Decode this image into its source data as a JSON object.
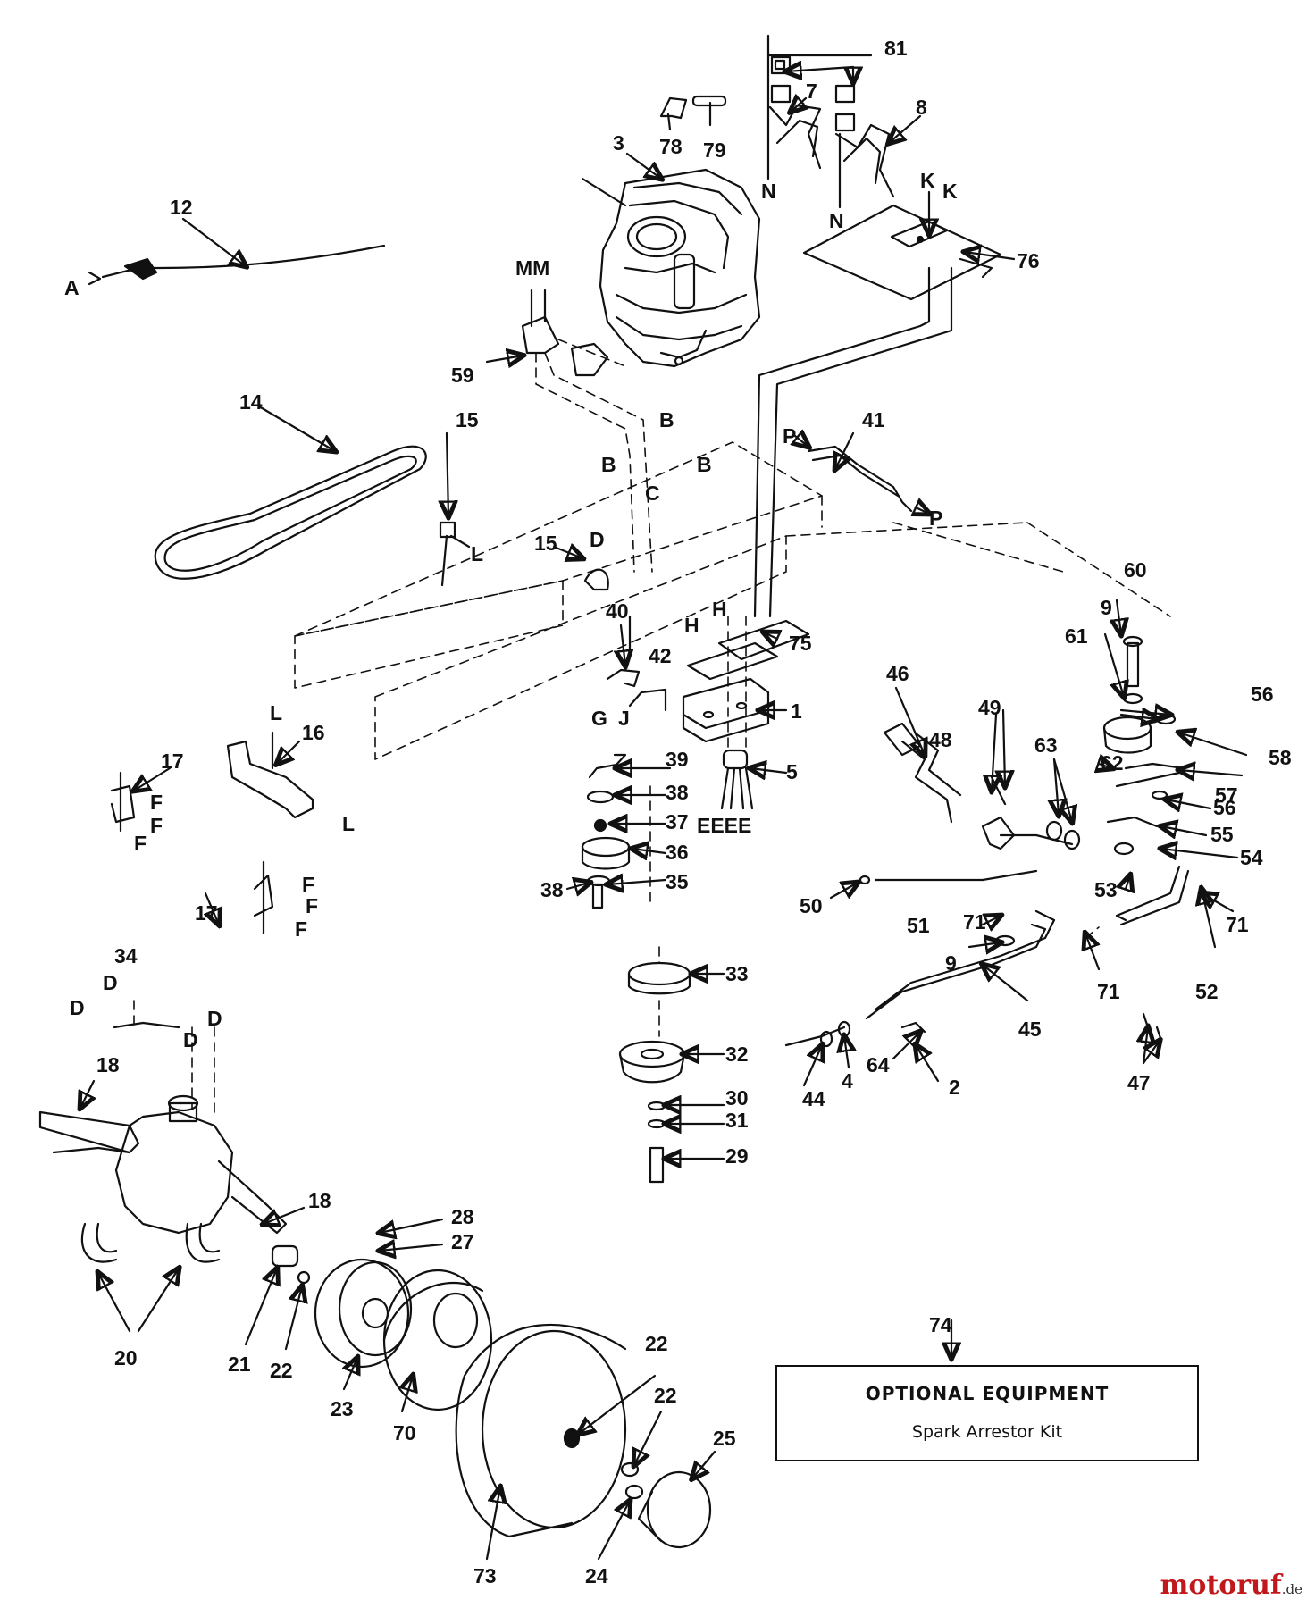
{
  "callouts": [
    {
      "id": "c81",
      "text": "81"
    },
    {
      "id": "c7",
      "text": "7"
    },
    {
      "id": "c8",
      "text": "8"
    },
    {
      "id": "c78",
      "text": "78"
    },
    {
      "id": "c79",
      "text": "79"
    },
    {
      "id": "c3",
      "text": "3"
    },
    {
      "id": "cN1",
      "text": "N"
    },
    {
      "id": "cN2",
      "text": "N"
    },
    {
      "id": "cK1",
      "text": "K"
    },
    {
      "id": "cK2",
      "text": "K"
    },
    {
      "id": "c76",
      "text": "76"
    },
    {
      "id": "c12",
      "text": "12"
    },
    {
      "id": "cA",
      "text": "A"
    },
    {
      "id": "cMM",
      "text": "MM"
    },
    {
      "id": "c59",
      "text": "59"
    },
    {
      "id": "c14",
      "text": "14"
    },
    {
      "id": "c15a",
      "text": "15"
    },
    {
      "id": "cB1",
      "text": "B"
    },
    {
      "id": "cB2",
      "text": "B"
    },
    {
      "id": "cB3",
      "text": "B"
    },
    {
      "id": "cC",
      "text": "C"
    },
    {
      "id": "cP1",
      "text": "P"
    },
    {
      "id": "c41",
      "text": "41"
    },
    {
      "id": "cP2",
      "text": "P"
    },
    {
      "id": "cL1",
      "text": "L"
    },
    {
      "id": "c15b",
      "text": "15"
    },
    {
      "id": "cD1",
      "text": "D"
    },
    {
      "id": "c40",
      "text": "40"
    },
    {
      "id": "cH1",
      "text": "H"
    },
    {
      "id": "cH2",
      "text": "H"
    },
    {
      "id": "c75",
      "text": "75"
    },
    {
      "id": "c60",
      "text": "60"
    },
    {
      "id": "c9a",
      "text": "9"
    },
    {
      "id": "c61",
      "text": "61"
    },
    {
      "id": "c42",
      "text": "42"
    },
    {
      "id": "cG",
      "text": "G"
    },
    {
      "id": "cJ",
      "text": "J"
    },
    {
      "id": "c1",
      "text": "1"
    },
    {
      "id": "c46",
      "text": "46"
    },
    {
      "id": "c49",
      "text": "49"
    },
    {
      "id": "c48",
      "text": "48"
    },
    {
      "id": "c56a",
      "text": "56"
    },
    {
      "id": "c58",
      "text": "58"
    },
    {
      "id": "c62",
      "text": "62"
    },
    {
      "id": "c63",
      "text": "63"
    },
    {
      "id": "c57",
      "text": "57"
    },
    {
      "id": "cL2",
      "text": "L"
    },
    {
      "id": "c16",
      "text": "16"
    },
    {
      "id": "c17a",
      "text": "17"
    },
    {
      "id": "cF1",
      "text": "F"
    },
    {
      "id": "cF2",
      "text": "F"
    },
    {
      "id": "cF3",
      "text": "F"
    },
    {
      "id": "cL3",
      "text": "L"
    },
    {
      "id": "c39",
      "text": "39"
    },
    {
      "id": "c5",
      "text": "5"
    },
    {
      "id": "c38a",
      "text": "38"
    },
    {
      "id": "c37",
      "text": "37"
    },
    {
      "id": "cE",
      "text": "EEEE"
    },
    {
      "id": "c56b",
      "text": "56"
    },
    {
      "id": "c55",
      "text": "55"
    },
    {
      "id": "c54",
      "text": "54"
    },
    {
      "id": "c36",
      "text": "36"
    },
    {
      "id": "c38b",
      "text": "38"
    },
    {
      "id": "c35",
      "text": "35"
    },
    {
      "id": "c53",
      "text": "53"
    },
    {
      "id": "c50",
      "text": "50"
    },
    {
      "id": "c51",
      "text": "51"
    },
    {
      "id": "c71a",
      "text": "71"
    },
    {
      "id": "c71b",
      "text": "71"
    },
    {
      "id": "c17b",
      "text": "17"
    },
    {
      "id": "cF4",
      "text": "F"
    },
    {
      "id": "cF5",
      "text": "F"
    },
    {
      "id": "cF6",
      "text": "F"
    },
    {
      "id": "c9b",
      "text": "9"
    },
    {
      "id": "c71c",
      "text": "71"
    },
    {
      "id": "c52",
      "text": "52"
    },
    {
      "id": "c34",
      "text": "34"
    },
    {
      "id": "c33",
      "text": "33"
    },
    {
      "id": "cD2",
      "text": "D"
    },
    {
      "id": "cD3",
      "text": "D"
    },
    {
      "id": "cD4",
      "text": "D"
    },
    {
      "id": "cD5",
      "text": "D"
    },
    {
      "id": "c45",
      "text": "45"
    },
    {
      "id": "c47",
      "text": "47"
    },
    {
      "id": "c18a",
      "text": "18"
    },
    {
      "id": "c32",
      "text": "32"
    },
    {
      "id": "c64",
      "text": "64"
    },
    {
      "id": "c4",
      "text": "4"
    },
    {
      "id": "c2",
      "text": "2"
    },
    {
      "id": "c44",
      "text": "44"
    },
    {
      "id": "c30",
      "text": "30"
    },
    {
      "id": "c31",
      "text": "31"
    },
    {
      "id": "c29",
      "text": "29"
    },
    {
      "id": "c18b",
      "text": "18"
    },
    {
      "id": "c28",
      "text": "28"
    },
    {
      "id": "c27",
      "text": "27"
    },
    {
      "id": "c20",
      "text": "20"
    },
    {
      "id": "c21",
      "text": "21"
    },
    {
      "id": "c22a",
      "text": "22"
    },
    {
      "id": "c23",
      "text": "23"
    },
    {
      "id": "c22b",
      "text": "22"
    },
    {
      "id": "c22c",
      "text": "22"
    },
    {
      "id": "c70",
      "text": "70"
    },
    {
      "id": "c25",
      "text": "25"
    },
    {
      "id": "c73",
      "text": "73"
    },
    {
      "id": "c24",
      "text": "24"
    }
  ],
  "optional_box": {
    "number": "74",
    "title": "OPTIONAL EQUIPMENT",
    "item": "Spark Arrestor Kit"
  },
  "watermark": {
    "brand": "motoruf",
    "suffix": ".de",
    "color": "#c0181c"
  }
}
